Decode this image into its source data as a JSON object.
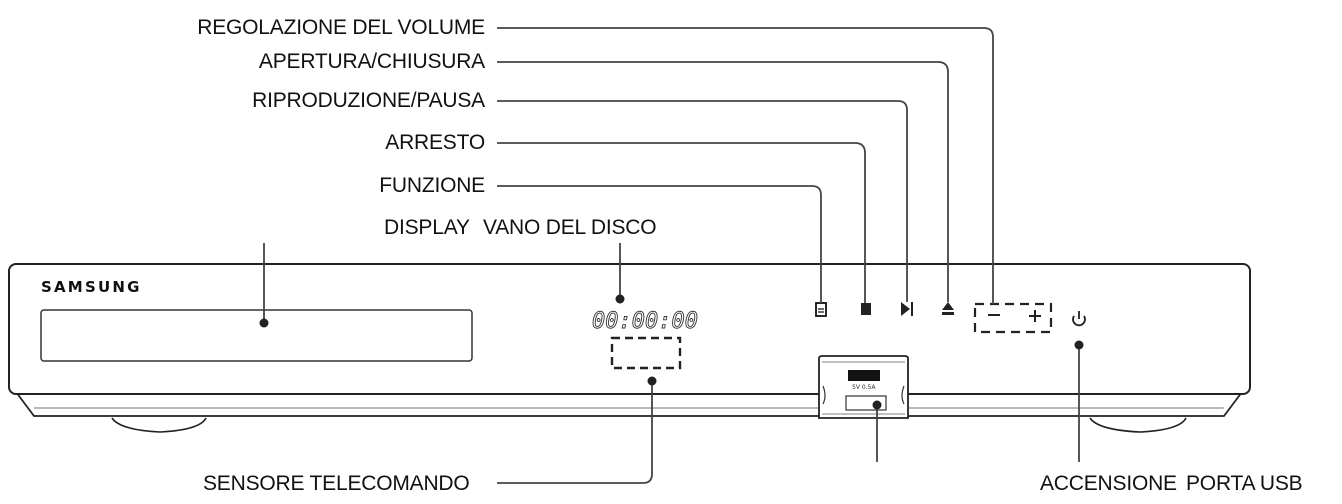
{
  "labels": {
    "volume": "REGOLAZIONE DEL VOLUME",
    "open_close": "APERTURA/CHIUSURA",
    "play_pause": "RIPRODUZIONE/PAUSA",
    "stop": "ARRESTO",
    "function": "FUNZIONE",
    "display": "DISPLAY",
    "disc_tray": "VANO DEL DISCO",
    "remote_sensor": "SENSORE TELECOMANDO",
    "power": "ACCENSIONE",
    "usb_port": "PORTA USB"
  },
  "device": {
    "brand": "SAMSUNG",
    "display_readout": "00:00:00",
    "usb_rating": "5V 0.5A"
  },
  "icons": {
    "function": "function-icon",
    "stop": "stop-icon",
    "play_pause": "play-pause-icon",
    "eject": "eject-icon",
    "volume_down": "minus-icon",
    "volume_up": "plus-icon",
    "power": "power-icon"
  }
}
